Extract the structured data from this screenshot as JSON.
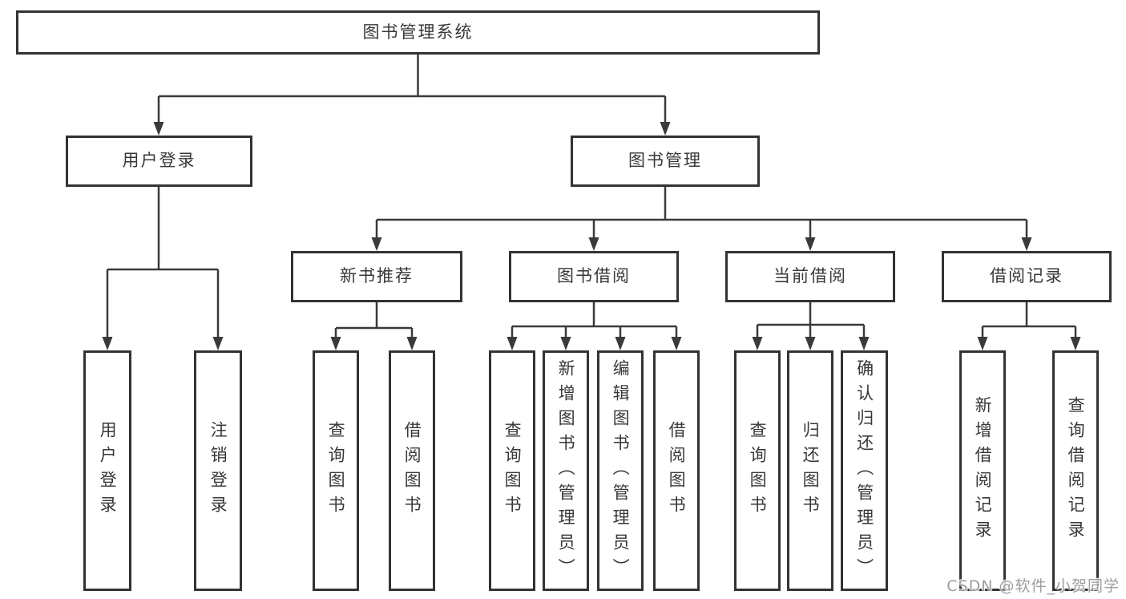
{
  "diagram": {
    "title": "图书管理系统",
    "user_login": {
      "label": "用户登录",
      "children": [
        "用户登录",
        "注销登录"
      ]
    },
    "book_management": {
      "label": "图书管理",
      "sections": [
        {
          "label": "新书推荐",
          "children": [
            "查询图书",
            "借阅图书"
          ]
        },
        {
          "label": "图书借阅",
          "children": [
            "查询图书",
            "新增图书（管理员）",
            "编辑图书（管理员）",
            "借阅图书"
          ]
        },
        {
          "label": "当前借阅",
          "children": [
            "查询图书",
            "归还图书",
            "确认归还（管理员）"
          ]
        },
        {
          "label": "借阅记录",
          "children": [
            "新增借阅记录",
            "查询借阅记录"
          ]
        }
      ]
    }
  },
  "colors": {
    "box_border": "#333333",
    "connector_line": "#3a3a3a",
    "text": "#383838",
    "watermark": "#9d9da2"
  },
  "watermark": {
    "text": "CSDN @软件_小贺同学"
  }
}
